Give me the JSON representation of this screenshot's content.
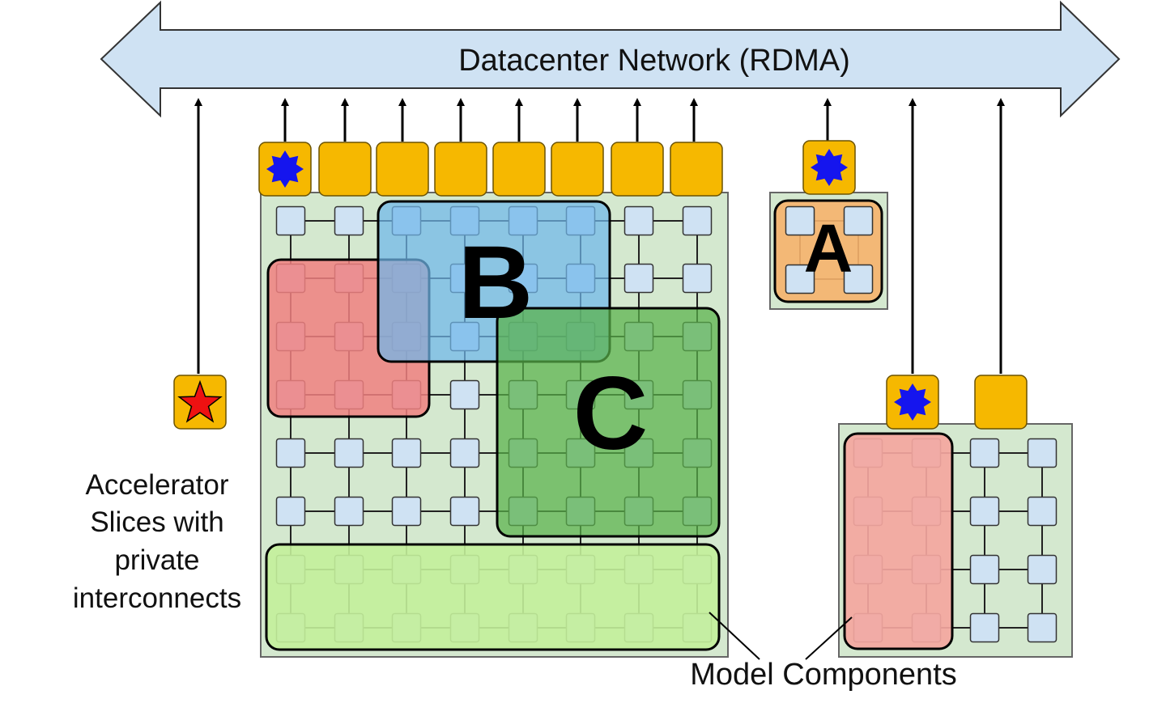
{
  "network": {
    "label": "Datacenter Network (RDMA)"
  },
  "legend": {
    "slices_line1": "Accelerator",
    "slices_line2": "Slices with",
    "slices_line3": "private",
    "slices_line4": "interconnects",
    "model_components": "Model Components"
  },
  "components": {
    "a": "A",
    "b": "B",
    "c": "C"
  },
  "icons": {
    "host": "host-box",
    "sun": "sun-icon",
    "star": "star-icon"
  },
  "colors": {
    "network_arrow": "#cfe2f3",
    "host_box": "#f6b800",
    "slice_bg": "#d4e8cf",
    "chip": "#cfe2f3",
    "component_a": "#f6b26b",
    "component_b": "#6fb7ea",
    "component_c": "#59b14a",
    "component_red": "#f08080",
    "component_green_light": "#c3f09a",
    "component_right_red": "#f4a6a0",
    "sun": "#1515ee",
    "star": "#ee1111"
  }
}
